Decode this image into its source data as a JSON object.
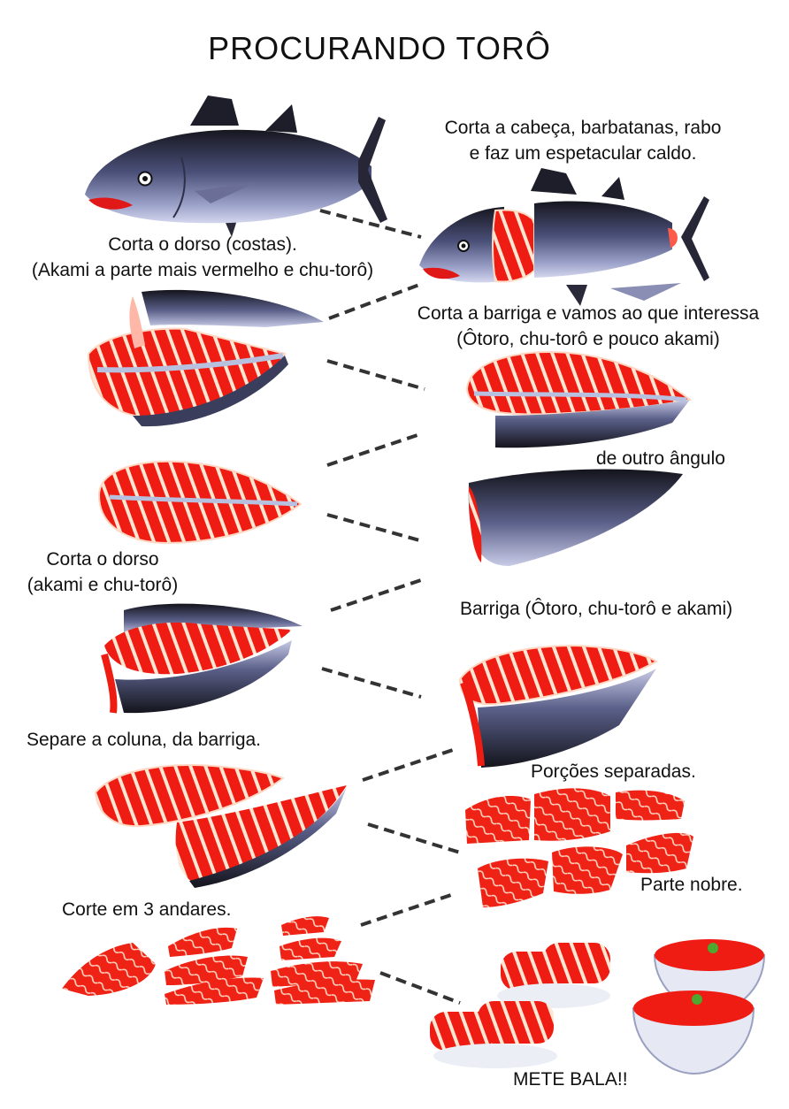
{
  "title": "PROCURANDO TORÔ",
  "captions": {
    "head": [
      "Corta a cabeça, barbatanas, rabo",
      "e faz um espetacular caldo."
    ],
    "dorso_costas": [
      "Corta o dorso (costas).",
      "(Akami a parte mais vermelho e chu-torô)"
    ],
    "barriga_interessa": [
      "Corta a barriga e vamos ao que interessa",
      "(Ôtoro, chu-torô e pouco akami)"
    ],
    "outro_angulo": "de outro ângulo",
    "dorso_akami": [
      "Corta o dorso",
      "(akami e chu-torô)"
    ],
    "barriga_tipos": "Barriga (Ôtoro, chu-torô e akami)",
    "separe": "Separe a coluna, da barriga.",
    "porcoes": "Porções separadas.",
    "parte_nobre": "Parte nobre.",
    "tres_andares": "Corte em 3 andares.",
    "mete_bala": "METE BALA!!"
  },
  "colors": {
    "fish_body": "#5a5f86",
    "fish_back": "#1c1c2a",
    "fish_belly": "#c5c9e6",
    "flesh_red": "#ee1c12",
    "flesh_stripe": "#ffe1cc",
    "lips": "#e01818",
    "dash": "#333333"
  }
}
